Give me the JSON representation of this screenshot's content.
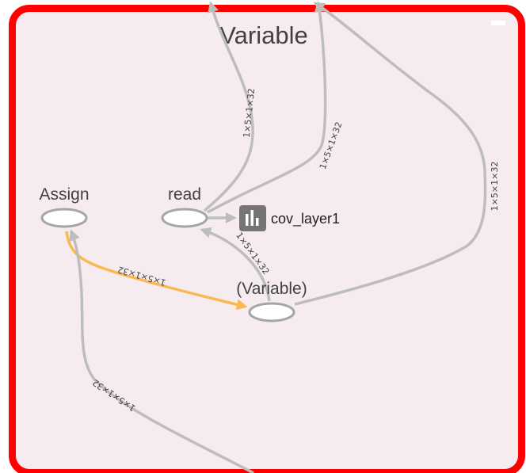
{
  "group": {
    "title": "Variable",
    "collapse_icon": "minus-icon"
  },
  "nodes": {
    "assign": {
      "label": "Assign"
    },
    "read": {
      "label": "read"
    },
    "variable": {
      "label": "(Variable)"
    },
    "summary": {
      "label": "cov_layer1",
      "icon": "histogram-summary-icon"
    }
  },
  "edges": {
    "read_out_1": {
      "label": "1×5×1×32"
    },
    "read_out_2": {
      "label": "1×5×1×32"
    },
    "variable_out": {
      "label": "1×5×1×32"
    },
    "variable_to_read": {
      "label": "1×5×1×32"
    },
    "assign_to_variable": {
      "label": "1×5×1×32"
    },
    "input_to_assign": {
      "label": "1×5×1×32"
    }
  },
  "colors": {
    "group_border": "#ff0000",
    "group_fill": "#f6ecef",
    "edge": "#bdbdbd",
    "ref_edge": "#fbb751",
    "node_stroke": "#a6a6a6",
    "summary_icon": "#757575"
  }
}
